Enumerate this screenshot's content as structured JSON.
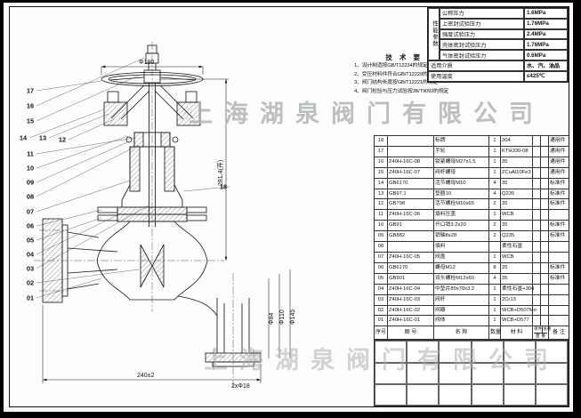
{
  "watermark": {
    "text": "上海湖泉阀门有限公司"
  },
  "performance": {
    "group_label": "性能参数",
    "rows": [
      {
        "label": "公称压力",
        "value": "1.6MPa"
      },
      {
        "label": "上密封试验压力",
        "value": "1.76MPa"
      },
      {
        "label": "强度试验压力",
        "value": "2.4MPa"
      },
      {
        "label": "壳体密封试验压力",
        "value": "1.76MPa"
      },
      {
        "label": "气体密封试验压力",
        "value": "0.6MPa"
      },
      {
        "label": "适用介质",
        "value": "水、汽、油品"
      },
      {
        "label": "使用温度",
        "value": "≤425℃"
      }
    ]
  },
  "tech_requirements": {
    "title": "技 术 要 求",
    "items": [
      "1、设计制造按GB/T12234的规定",
      "2、受压材料件符合GB/T12229的规定",
      "3、阀门结构长度按GB/T12221的规定",
      "4、阀门检验与压力试验按JB/T9092的规定"
    ]
  },
  "bom": {
    "headers": {
      "no": "序号",
      "code": "图  号",
      "name": "名  称",
      "qty": "数量",
      "material": "材  料",
      "weight_unit": "单件",
      "weight_total": "总重",
      "weight": "重 量",
      "remark": "备  注"
    },
    "rows": [
      {
        "no": "18",
        "code": "",
        "name": "标牌",
        "qty": "1",
        "material": "304",
        "remark": "通用件"
      },
      {
        "no": "17",
        "code": "",
        "name": "手轮",
        "qty": "1",
        "material": "KTH330-08",
        "remark": "通用件"
      },
      {
        "no": "16",
        "code": "Z40H-16C-08",
        "name": "锁紧螺母M27x1.5",
        "qty": "1",
        "material": "35",
        "remark": "通用件"
      },
      {
        "no": "15",
        "code": "Z40H-16C-07",
        "name": "阀杆螺母",
        "qty": "1",
        "material": "ZCuAl10Fe3",
        "remark": "通用件"
      },
      {
        "no": "14",
        "code": "GB6170",
        "name": "活节螺母M10",
        "qty": "4",
        "material": "35",
        "remark": "标准件"
      },
      {
        "no": "13",
        "code": "GB97.1",
        "name": "垫圈10",
        "qty": "4",
        "material": "Q235",
        "remark": "标准件"
      },
      {
        "no": "12",
        "code": "GB798",
        "name": "活节螺栓M10x65",
        "qty": "2",
        "material": "35",
        "remark": "标准件"
      },
      {
        "no": "11",
        "code": "Z40H-16C-06",
        "name": "填料压盖",
        "qty": "1",
        "material": "WCB",
        "remark": ""
      },
      {
        "no": "10",
        "code": "GB91",
        "name": "开口销3.2x20",
        "qty": "2",
        "material": "35",
        "remark": "标准件"
      },
      {
        "no": "09",
        "code": "GB882",
        "name": "销轴8x28",
        "qty": "2",
        "material": "Q235",
        "remark": "标准件"
      },
      {
        "no": "08",
        "code": "",
        "name": "填料",
        "qty": "",
        "material": "柔性石墨",
        "remark": ""
      },
      {
        "no": "07",
        "code": "Z40H-16C-05",
        "name": "阀盖",
        "qty": "1",
        "material": "WCB",
        "remark": ""
      },
      {
        "no": "06",
        "code": "GB6170",
        "name": "螺母M12",
        "qty": "8",
        "material": "25",
        "remark": "标准件"
      },
      {
        "no": "05",
        "code": "GB901",
        "name": "双头螺栓M12x60",
        "qty": "4",
        "material": "35",
        "remark": "标准件"
      },
      {
        "no": "04",
        "code": "Z40H-16C-04",
        "name": "中垫片80x70x3.2",
        "qty": "1",
        "material": "柔性石墨+304",
        "remark": ""
      },
      {
        "no": "03",
        "code": "Z40H-16C-03",
        "name": "阀杆",
        "qty": "1",
        "material": "2Cr13",
        "remark": ""
      },
      {
        "no": "02",
        "code": "Z40H-16C-02",
        "name": "阀瓣",
        "qty": "1",
        "material": "WCB+D507Mo",
        "remark": ""
      },
      {
        "no": "01",
        "code": "Z40H-16C-01",
        "name": "阀体",
        "qty": "1",
        "material": "WCB+D577",
        "remark": ""
      }
    ]
  },
  "balloons": {
    "labels": [
      "17",
      "16",
      "15",
      "14",
      "13",
      "12",
      "11",
      "10",
      "09",
      "08",
      "07",
      "06",
      "05",
      "04",
      "03",
      "02",
      "01",
      "18"
    ]
  },
  "dimensions": {
    "handwheel": "Φ180",
    "height_open": "281.4(开)",
    "face_to_face": "240±2",
    "bolt_holes": "2xΦ18",
    "dia_seal": "Φ84",
    "dia_bolt_circle": "Φ110",
    "dia_flange": "Φ145"
  }
}
